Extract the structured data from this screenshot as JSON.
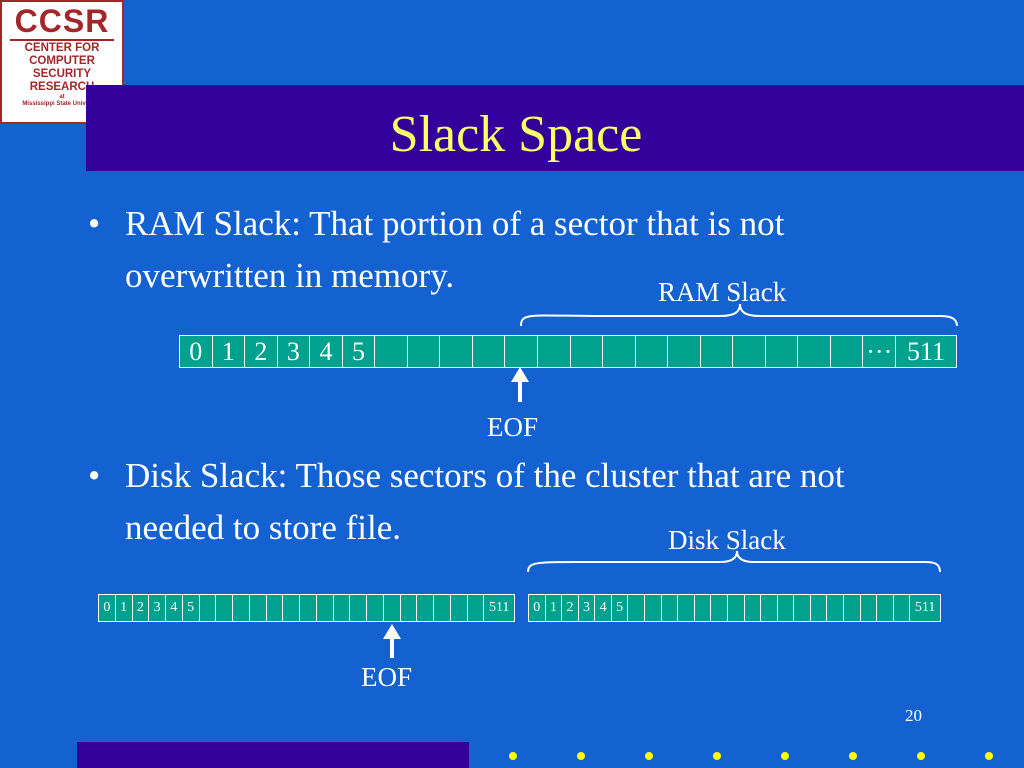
{
  "logo": {
    "line1": "CCSR",
    "line2": "CENTER FOR",
    "line3": "COMPUTER",
    "line4": "SECURITY",
    "line5": "RESEARCH",
    "line6": "at",
    "line7": "Mississippi State University"
  },
  "title": "Slack Space",
  "bullets": [
    {
      "marker": "•",
      "text": "RAM Slack: That portion of a sector that is not overwritten in memory."
    },
    {
      "marker": "•",
      "text": "Disk Slack: Those sectors of the cluster that are not needed to store file."
    }
  ],
  "ram_diagram": {
    "label": "RAM Slack",
    "cells": [
      "0",
      "1",
      "2",
      "3",
      "4",
      "5",
      "",
      "",
      "",
      "",
      "",
      "",
      "",
      "",
      "",
      "",
      "",
      "",
      "",
      "",
      "",
      "··· ",
      "511"
    ],
    "eof_label": "EOF"
  },
  "disk_diagram": {
    "label": "Disk Slack",
    "clusters": [
      [
        "0",
        "1",
        "2",
        "3",
        "4",
        "5",
        "",
        "",
        "",
        "",
        "",
        "",
        "",
        "",
        "",
        "",
        "",
        "",
        "",
        "",
        "",
        "",
        "",
        "511"
      ],
      [
        "0",
        "1",
        "2",
        "3",
        "4",
        "5",
        "",
        "",
        "",
        "",
        "",
        "",
        "",
        "",
        "",
        "",
        "",
        "",
        "",
        "",
        "",
        "",
        "",
        "511"
      ]
    ],
    "eof_label": "EOF"
  },
  "page_number": "20",
  "colors": {
    "background": "#1462d1",
    "bar": "#33009b",
    "title": "#ffff66",
    "cell": "#00a28e",
    "logo_red": "#a3262a"
  }
}
